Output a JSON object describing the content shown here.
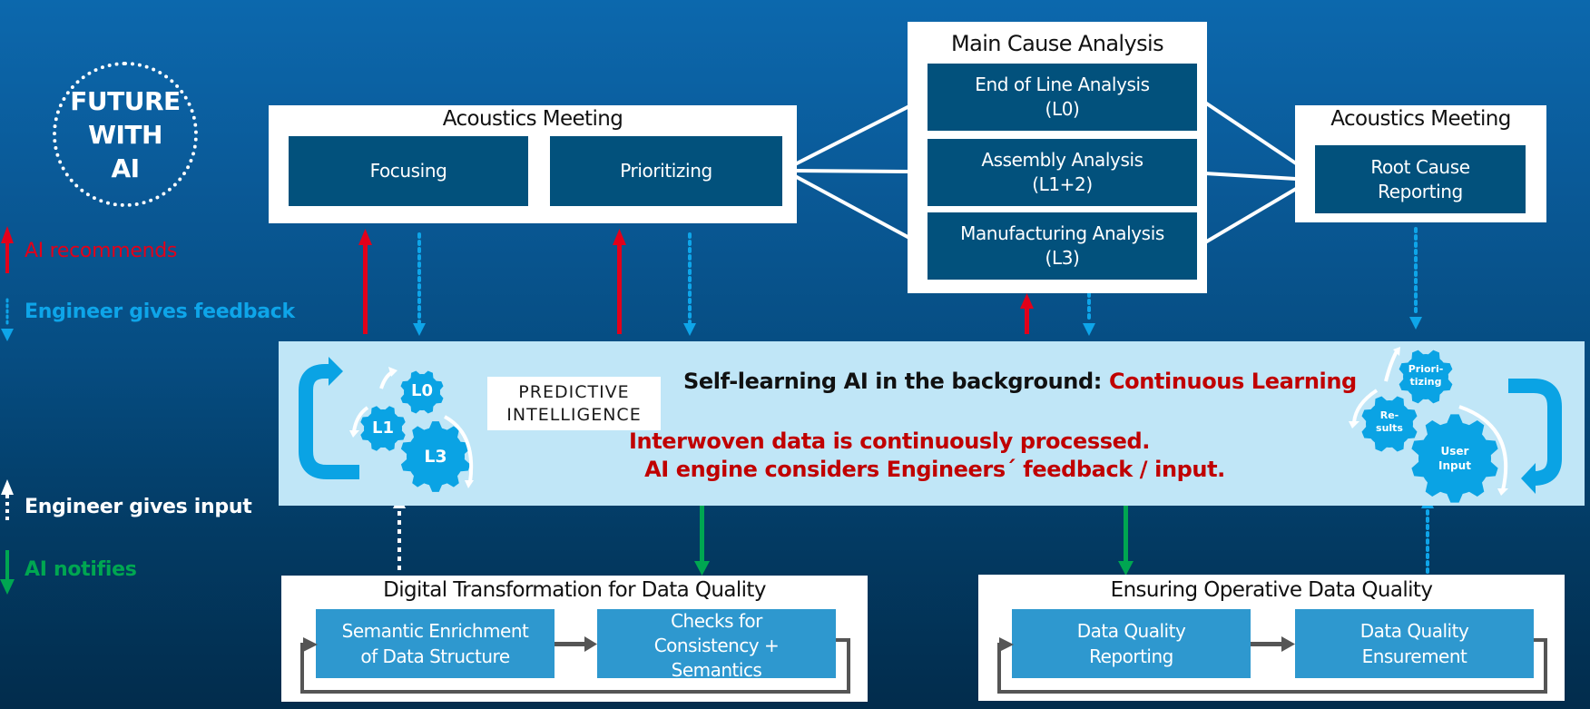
{
  "badge": {
    "text": "FUTURE\nWITH\nAI"
  },
  "legend": [
    {
      "label": "AI recommends",
      "color": "#e2001a",
      "arrow": "solid-up"
    },
    {
      "label": "Engineer gives feedback",
      "color": "#0ea5e9",
      "arrow": "dotted-down"
    },
    {
      "label": "Engineer gives input",
      "color": "#ffffff",
      "arrow": "dotted-up"
    },
    {
      "label": "AI notifies",
      "color": "#00a651",
      "arrow": "solid-down"
    }
  ],
  "acoustics_meeting_left": {
    "title": "Acoustics Meeting",
    "steps": [
      "Focusing",
      "Prioritizing"
    ]
  },
  "main_cause_analysis": {
    "title": "Main Cause Analysis",
    "steps": [
      "End of Line Analysis\n(L0)",
      "Assembly Analysis\n(L1+2)",
      "Manufacturing Analysis\n(L3)"
    ]
  },
  "acoustics_meeting_right": {
    "title": "Acoustics Meeting",
    "steps": [
      "Root Cause\nReporting"
    ]
  },
  "ai_panel": {
    "title_prefix": "Self-learning AI in the background: ",
    "title_highlight": "Continuous Learning",
    "line1": "Interwoven data is continuously processed.",
    "line2": "AI engine considers Engineers´ feedback / input.",
    "logo_line1": "PREDICTIVE",
    "logo_line2": "INTELLIGENCE",
    "left_gears": [
      "L0",
      "L1",
      "L3"
    ],
    "right_gears": [
      "Priori-\ntizing",
      "Re-\nsults",
      "User\nInput"
    ]
  },
  "digital_transformation": {
    "title": "Digital Transformation for Data Quality",
    "steps": [
      "Semantic Enrichment\nof Data Structure",
      "Checks for\nConsistency +\nSemantics"
    ]
  },
  "operative_quality": {
    "title": "Ensuring Operative Data Quality",
    "steps": [
      "Data Quality\nReporting",
      "Data Quality\nEnsurement"
    ]
  },
  "colors": {
    "ai_recommends": "#e2001a",
    "engineer_feedback": "#0ea5e9",
    "engineer_input": "#ffffff",
    "ai_notifies": "#00a651",
    "dark_step": "#02517c",
    "light_step": "#2e98cf",
    "panel": "#c0e6f7",
    "highlight_text": "#c00000"
  }
}
